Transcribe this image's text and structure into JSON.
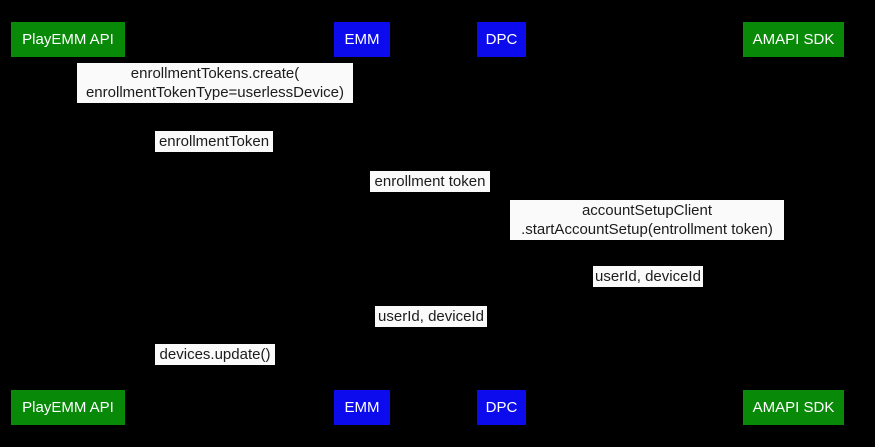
{
  "diagram": {
    "type": "sequence-diagram",
    "background_color": "#000000",
    "actor_text_color": "#ffffff",
    "green_actor_color": "#088a08",
    "blue_actor_color": "#0b0bee",
    "message_bg_color": "#fafafa",
    "message_text_color": "#1c1c1c"
  },
  "actors": {
    "playemm_api": {
      "label": "PlayEMM API",
      "color": "#088a08"
    },
    "emm": {
      "label": "EMM",
      "color": "#0b0bee"
    },
    "dpc": {
      "label": "DPC",
      "color": "#0b0bee"
    },
    "amapi_sdk": {
      "label": "AMAPI SDK",
      "color": "#088a08"
    }
  },
  "messages": {
    "enrollment_tokens_create": {
      "label": "enrollmentTokens.create(\nenrollmentTokenType=userlessDevice)"
    },
    "enrollment_token_return": {
      "label": "enrollmentToken"
    },
    "enrollment_token_pass": {
      "label": "enrollment token"
    },
    "account_setup_client": {
      "label": "accountSetupClient\n.startAccountSetup(entrollment token)"
    },
    "user_device_id_1": {
      "label": "userId, deviceId"
    },
    "user_device_id_2": {
      "label": "userId, deviceId"
    },
    "devices_update": {
      "label": "devices.update()"
    }
  }
}
